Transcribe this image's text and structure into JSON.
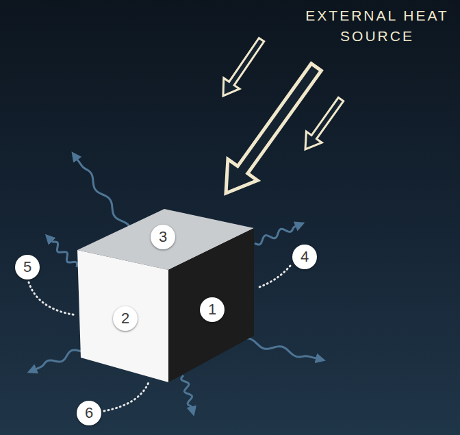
{
  "diagram": {
    "labels": [
      "EXTERNAL HEAT SOURCE",
      "3",
      "4",
      "5",
      "2",
      "1",
      "6"
    ]
  }
}
